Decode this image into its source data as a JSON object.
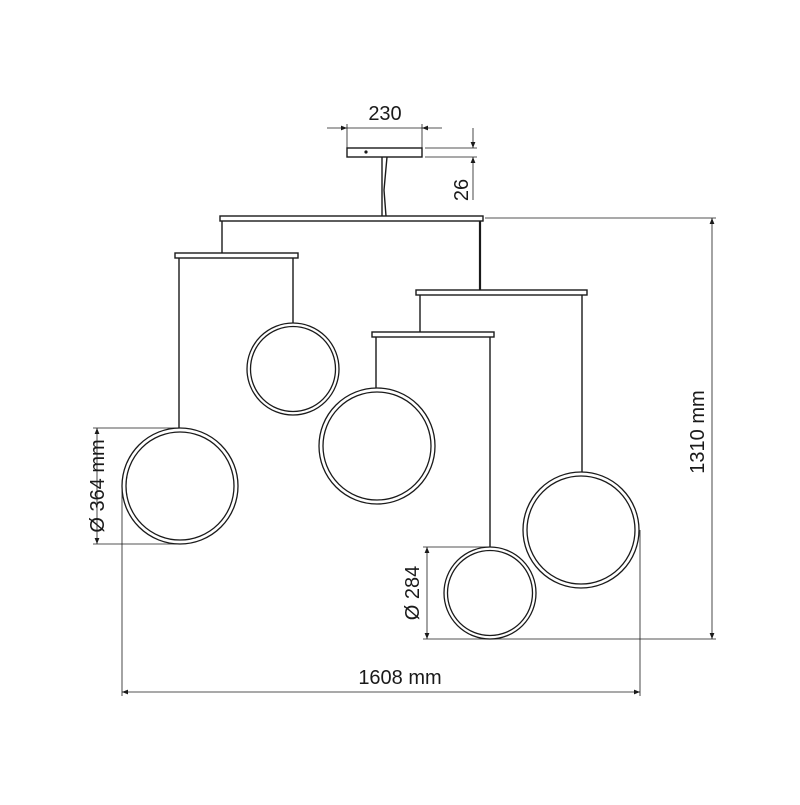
{
  "dimensions": {
    "canopy_width": "230",
    "canopy_height": "26",
    "total_height": "1310 mm",
    "total_width": "1608 mm",
    "large_diameter": "Ø 364 mm",
    "small_diameter": "Ø 284"
  },
  "colors": {
    "line": "#1a1a1a",
    "background": "#ffffff"
  }
}
